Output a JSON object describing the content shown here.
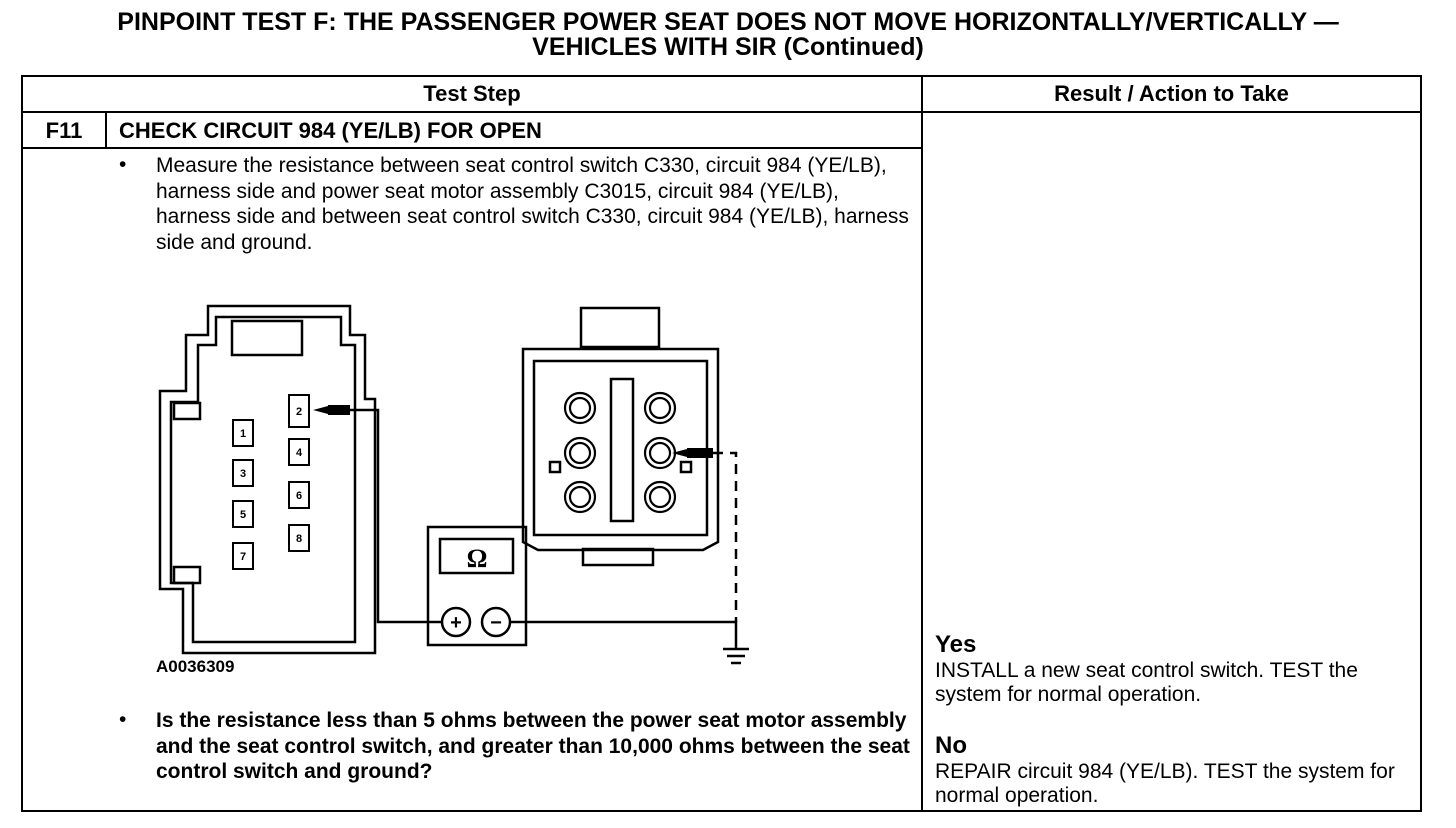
{
  "title": {
    "line1": "PINPOINT TEST F: THE PASSENGER POWER SEAT DOES NOT MOVE HORIZONTALLY/VERTICALLY —",
    "line2": "VEHICLES WITH SIR (Continued)"
  },
  "table": {
    "headers": {
      "test_step": "Test Step",
      "result_action": "Result / Action to Take"
    },
    "step": {
      "id": "F11",
      "title": "CHECK CIRCUIT 984 (YE/LB) FOR OPEN",
      "bullet_symbol": "•",
      "instruction": "Measure the resistance between seat control switch C330, circuit 984 (YE/LB), harness side and power seat motor assembly C3015, circuit 984 (YE/LB), harness side and between seat control switch C330, circuit 984 (YE/LB), harness side and ground.",
      "question": "Is the resistance less than 5 ohms between the power seat motor assembly and the seat control switch, and greater than 10,000 ohms between the seat control switch and ground?",
      "figure": {
        "id": "A0036309",
        "meter_symbol": "Ω",
        "plus": "+",
        "minus": "−",
        "pins": [
          "1",
          "2",
          "3",
          "4",
          "5",
          "6",
          "7",
          "8"
        ]
      }
    },
    "results": {
      "yes_label": "Yes",
      "yes_text": "INSTALL a new seat control switch. TEST the system for normal operation.",
      "no_label": "No",
      "no_text": "REPAIR circuit 984 (YE/LB). TEST the system for normal operation."
    }
  }
}
